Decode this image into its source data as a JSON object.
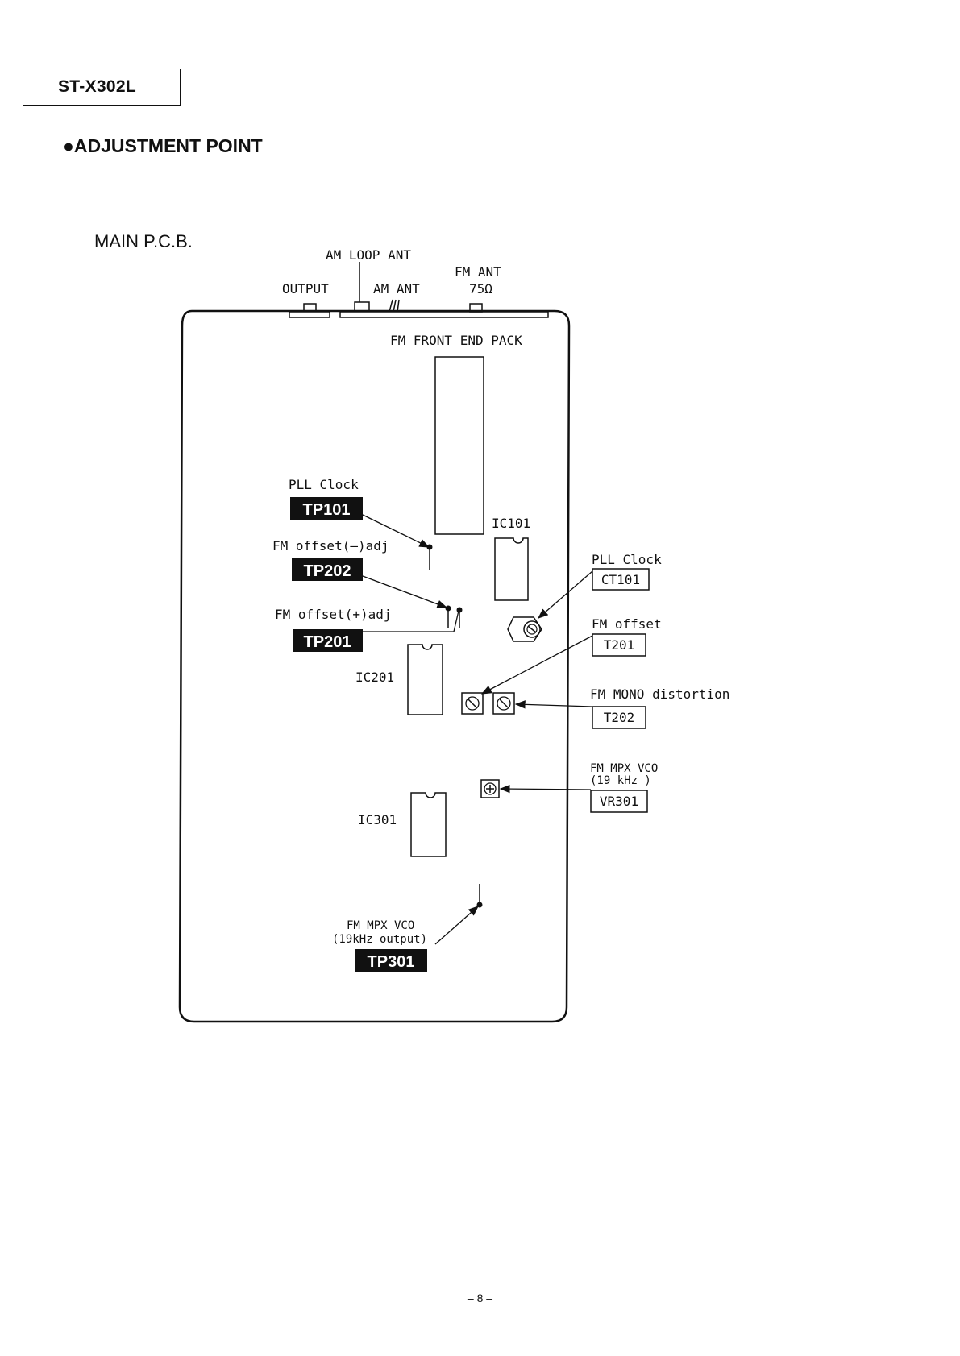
{
  "header": {
    "model": "ST-X302L"
  },
  "title": "●ADJUSTMENT POINT",
  "subtitle": "MAIN P.C.B.",
  "page_number": "– 8 –",
  "connectors": {
    "am_loop_ant": "AM LOOP ANT",
    "output": "OUTPUT",
    "am_ant": "AM ANT",
    "fm_ant": "FM ANT",
    "fm_ant_impedance": "75Ω"
  },
  "board": {
    "front_end": "FM FRONT END PACK",
    "ic101": "IC101",
    "ic201": "IC201",
    "ic301": "IC301"
  },
  "test_points": {
    "tp101": {
      "caption": "PLL Clock",
      "id": "TP101"
    },
    "tp202": {
      "caption": "FM offset(–)adj",
      "id": "TP202"
    },
    "tp201": {
      "caption": "FM offset(+)adj",
      "id": "TP201"
    },
    "tp301": {
      "caption_line1": "FM MPX VCO",
      "caption_line2": "(19kHz output)",
      "id": "TP301"
    }
  },
  "adjusters": {
    "ct101": {
      "caption": "PLL Clock",
      "id": "CT101"
    },
    "t201": {
      "caption": "FM offset",
      "id": "T201"
    },
    "t202": {
      "caption": "FM MONO distortion",
      "id": "T202"
    },
    "vr301": {
      "caption_line1": "FM MPX VCO",
      "caption_line2": "(19 kHz )",
      "id": "VR301"
    }
  },
  "colors": {
    "ink": "#111111",
    "paper": "#ffffff"
  }
}
